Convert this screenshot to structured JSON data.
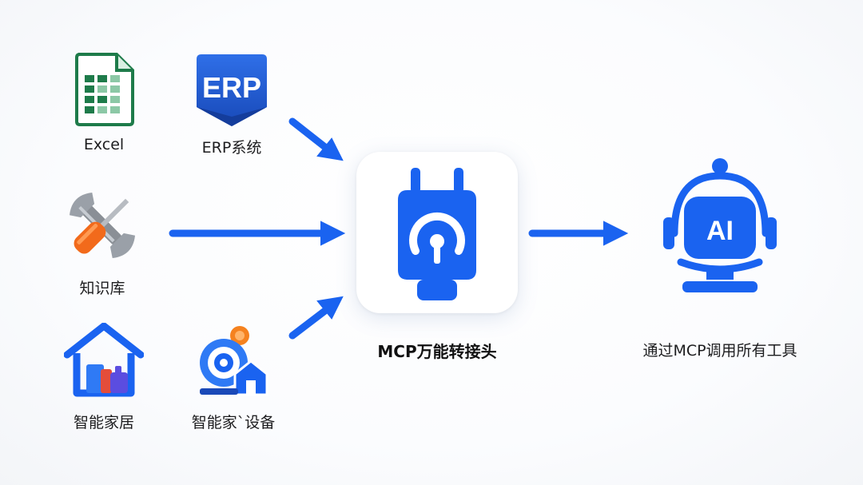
{
  "sources": [
    {
      "label": "Excel",
      "icon": "spreadsheet-icon"
    },
    {
      "label": "ERP系统",
      "icon": "erp-icon",
      "icon_text": "ERP"
    },
    {
      "label": "知识库",
      "icon": "tools-icon"
    },
    {
      "label": "智能家居",
      "icon": "smart-home-icon"
    },
    {
      "label": "智能家`设备",
      "icon": "smart-device-icon"
    }
  ],
  "hub": {
    "label": "MCP万能转接头",
    "icon": "plug-icon"
  },
  "target": {
    "label": "通过MCP调用所有工具",
    "icon": "ai-robot-icon",
    "icon_text": "AI"
  },
  "colors": {
    "accent": "#1a63f0",
    "excel": "#1e7b4a",
    "tool_orange": "#f26a1b"
  }
}
